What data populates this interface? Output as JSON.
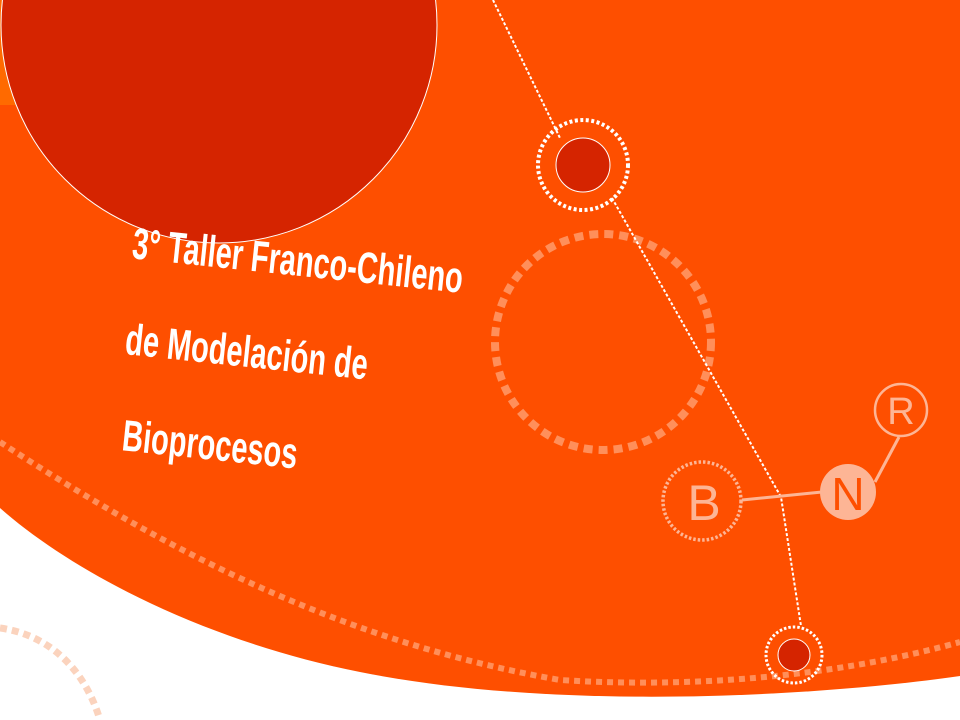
{
  "slide": {
    "title_lines": [
      "3° Taller Franco-Chileno",
      "de Modelación de",
      "Bioprocesos"
    ]
  },
  "logo": {
    "letters": [
      "B",
      "N",
      "R"
    ]
  },
  "colors": {
    "background": "#fe4f00",
    "accent_red": "#d52400",
    "logo_light": "#fdb595",
    "dots_light": "#ff8f5a",
    "white": "#ffffff"
  }
}
